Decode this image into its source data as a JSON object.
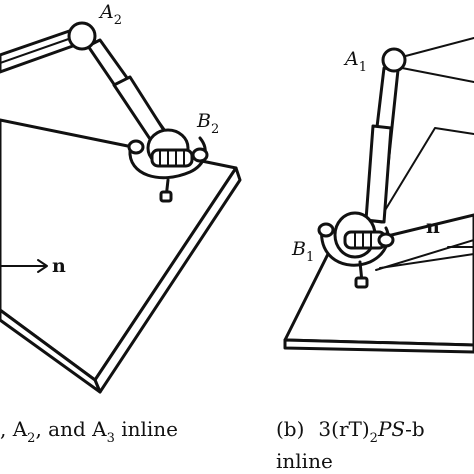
{
  "panel_a": {
    "label_top": "A",
    "label_top_sub": "2",
    "label_joint": "B",
    "label_joint_sub": "2",
    "vector_label": "n",
    "caption_1": ", A",
    "caption_1_sub": "2",
    "caption_2": ", and A",
    "caption_2_sub": "3",
    "caption_3": " inline"
  },
  "panel_b": {
    "label_top": "A",
    "label_top_sub": "1",
    "label_joint": "B",
    "label_joint_sub": "1",
    "vector_label": "n",
    "caption_1": "(b)",
    "caption_2": "3(rT)",
    "caption_2_sub": "2",
    "caption_3": "PS",
    "caption_4": "-b",
    "caption_line2": "inline"
  }
}
